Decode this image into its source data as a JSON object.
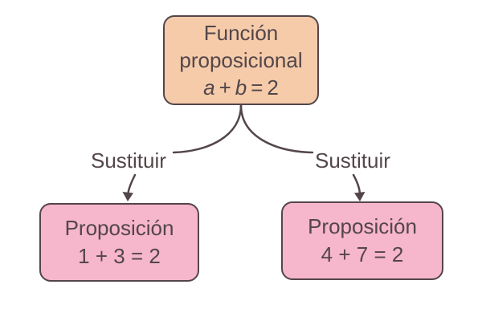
{
  "colors": {
    "background": "#ffffff",
    "line": "#534649",
    "text": "#534649",
    "root_fill": "#f5cbaa",
    "child_fill": "#f6b6cb",
    "node_border": "#534649"
  },
  "root_node": {
    "title_line1": "Función",
    "title_line2": "proposicional",
    "formula": {
      "var_a": "a",
      "operator": "+",
      "var_b": "b",
      "equals": "=",
      "value": "2"
    }
  },
  "edge_labels": {
    "left": "Sustituir",
    "right": "Sustituir"
  },
  "child_nodes": [
    {
      "title": "Proposición",
      "formula": "1 + 3 = 2"
    },
    {
      "title": "Proposición",
      "formula": "4 + 7 = 2"
    }
  ]
}
